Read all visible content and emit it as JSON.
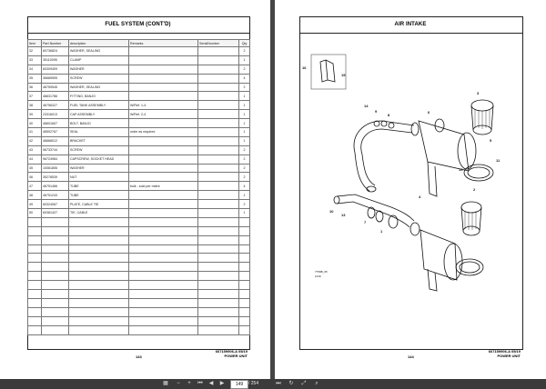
{
  "left_page": {
    "title": "FUEL SYSTEM (CONT'D)",
    "columns": [
      "Item",
      "Part Number",
      "description",
      "Remarks",
      "SerialNumber",
      "Qty"
    ],
    "rows": [
      [
        "32",
        "60736824",
        "WASHER, SEALING",
        "",
        "",
        "2"
      ],
      [
        "33",
        "35110095",
        "CLAMP",
        "",
        "",
        "1"
      ],
      [
        "34",
        "60309409",
        "WASHER",
        "",
        "",
        "2"
      ],
      [
        "35",
        "36689595",
        "SCREW",
        "",
        "",
        "4"
      ],
      [
        "36",
        "46759545",
        "WASHER, SEALING",
        "",
        "",
        "2"
      ],
      [
        "37",
        "46631786",
        "FITTING, BANJO",
        "",
        "",
        "1"
      ],
      [
        "38",
        "46756327",
        "FUEL TANK ASSEMBLY",
        "W/Ref. 1-4",
        "",
        "1"
      ],
      [
        "39",
        "23316013",
        "CAP ASSEMBLY",
        "W/Ref. 2-4",
        "",
        "1"
      ],
      [
        "40",
        "46601607",
        "BOLT, BANJO",
        "",
        "",
        "1"
      ],
      [
        "41",
        "46502767",
        "SEAL",
        "order as required",
        "",
        "1"
      ],
      [
        "42",
        "46668012",
        "BRACKET",
        "",
        "",
        "1"
      ],
      [
        "43",
        "96733744",
        "SCREW",
        "",
        "",
        "2"
      ],
      [
        "44",
        "96724984",
        "CAPSCREW, SOCKET HEAD",
        "",
        "",
        "2"
      ],
      [
        "45",
        "10061806",
        "WASHER",
        "",
        "",
        "2"
      ],
      [
        "46",
        "35278539",
        "NUT",
        "",
        "",
        "2"
      ],
      [
        "47",
        "46751466",
        "TUBE",
        "bulk - sold per metre",
        "",
        "4"
      ],
      [
        "48",
        "46751243",
        "TUBE",
        "",
        "",
        "1"
      ],
      [
        "49",
        "60324067",
        "PLATE, CABLE TIE",
        "",
        "",
        "2"
      ],
      [
        "50",
        "60381427",
        "TIE, CABLE",
        "",
        "",
        "1"
      ]
    ],
    "empty_rows": 13,
    "footer": [
      "667159906-A 05/19",
      "POWER UNIT"
    ],
    "page_number": "143"
  },
  "right_page": {
    "title": "AIR INTAKE",
    "callouts": [
      "1",
      "2",
      "3",
      "4",
      "5",
      "6",
      "7",
      "8",
      "9",
      "10",
      "11",
      "12",
      "13",
      "14",
      "15",
      "16"
    ],
    "figure_ref": [
      "7759B_05",
      "1319"
    ],
    "footer": [
      "667159906-A 05/19",
      "POWER UNIT"
    ],
    "page_number": "144"
  },
  "toolbar": {
    "current_page": "149",
    "total_pages": "/ 254",
    "icons": [
      "grid-icon",
      "zoom-out-icon",
      "zoom-in-icon",
      "first-page-icon",
      "prev-page-icon",
      "next-page-icon",
      "last-page-icon",
      "rotate-icon",
      "fit-icon",
      "search-icon"
    ]
  }
}
